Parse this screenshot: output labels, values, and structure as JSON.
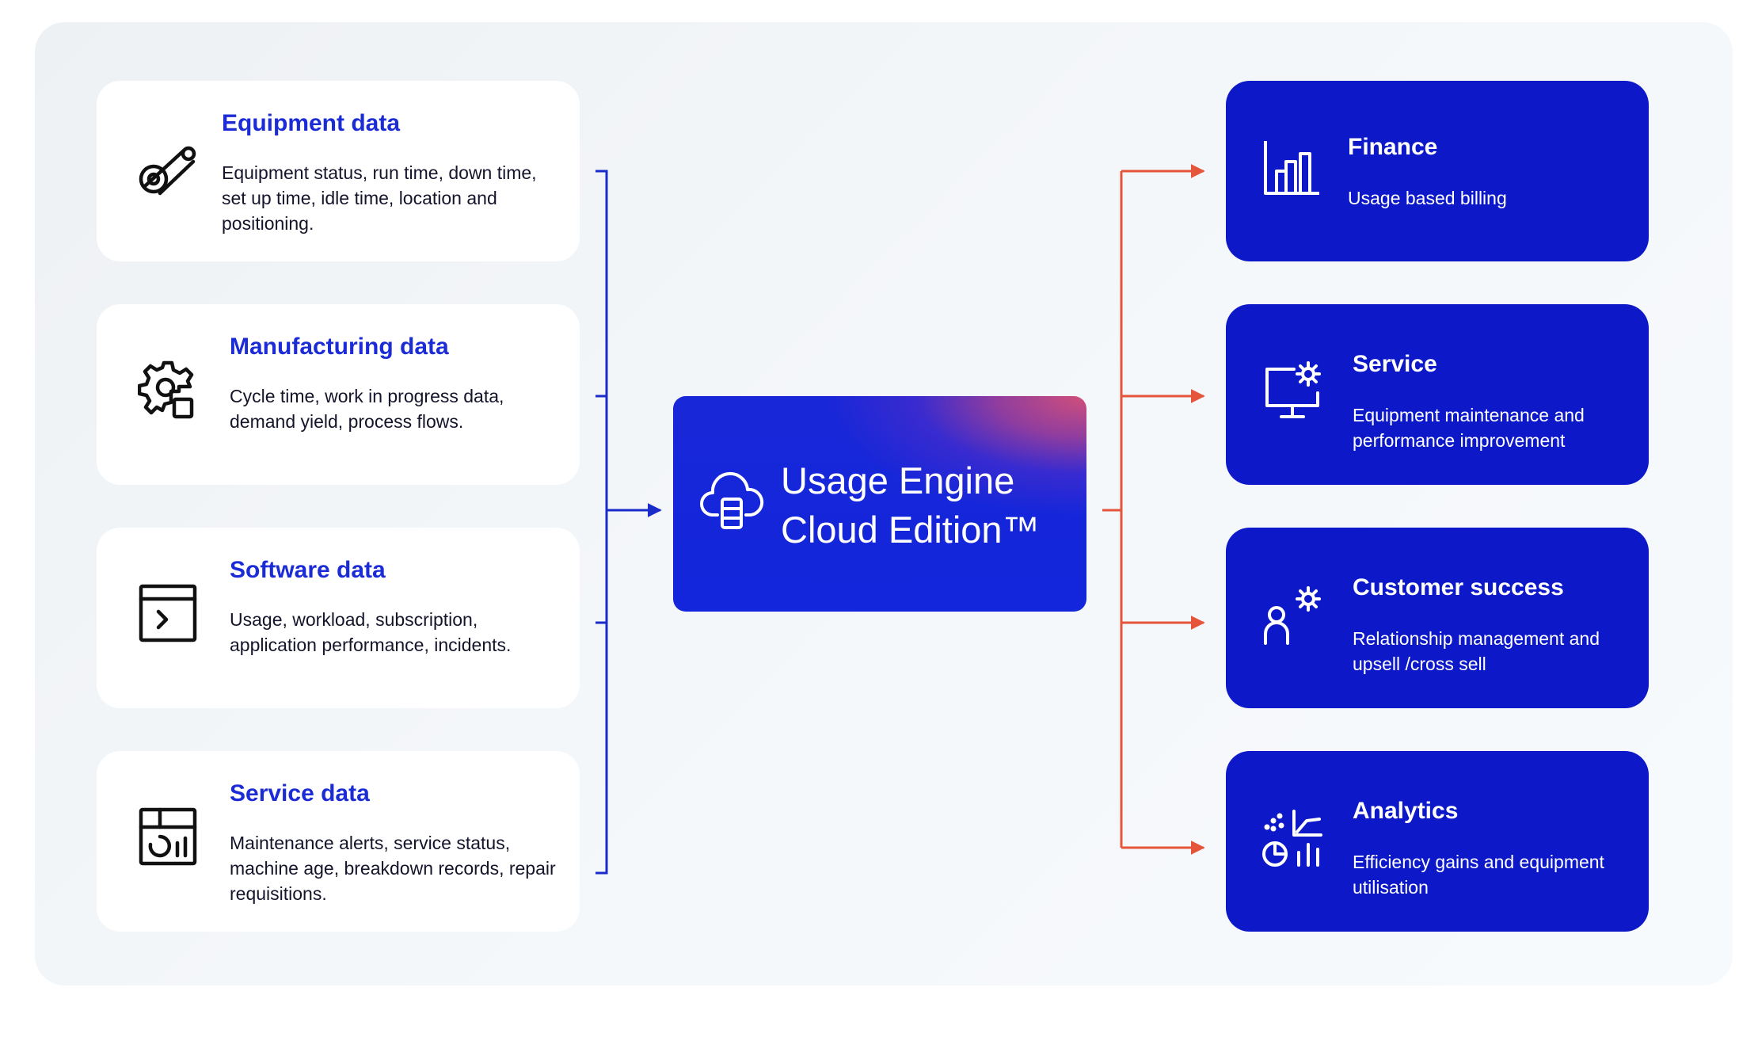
{
  "sources": [
    {
      "title": "Equipment data",
      "text": "Equipment status, run time, down time, set up time, idle time, location and positioning.",
      "icon": "conveyor-belt-icon"
    },
    {
      "title": "Manufacturing data",
      "text": "Cycle time, work in progress data, demand yield, process flows.",
      "icon": "gear-parts-icon"
    },
    {
      "title": "Software data",
      "text": "Usage, workload, subscription, application performance, incidents.",
      "icon": "terminal-window-icon"
    },
    {
      "title": "Service data",
      "text": "Maintenance alerts, service status, machine age, breakdown records, repair requisitions.",
      "icon": "dashboard-panel-icon"
    }
  ],
  "engine": {
    "line1": "Usage Engine",
    "line2": "Cloud Edition™",
    "icon": "cloud-database-icon"
  },
  "destinations": [
    {
      "title": "Finance",
      "text": "Usage based billing",
      "icon": "bar-chart-icon"
    },
    {
      "title": "Service",
      "text": "Equipment maintenance and performance improvement",
      "icon": "monitor-gear-icon"
    },
    {
      "title": "Customer success",
      "text": "Relationship management and upsell /cross sell",
      "icon": "person-gear-icon"
    },
    {
      "title": "Analytics",
      "text": "Efficiency gains and equipment utilisation",
      "icon": "analytics-charts-icon"
    }
  ],
  "colors": {
    "accent_blue": "#0d19c9",
    "title_blue": "#1b2bd6",
    "arrow_orange": "#e5553b",
    "panel": "#f3f6f9"
  }
}
